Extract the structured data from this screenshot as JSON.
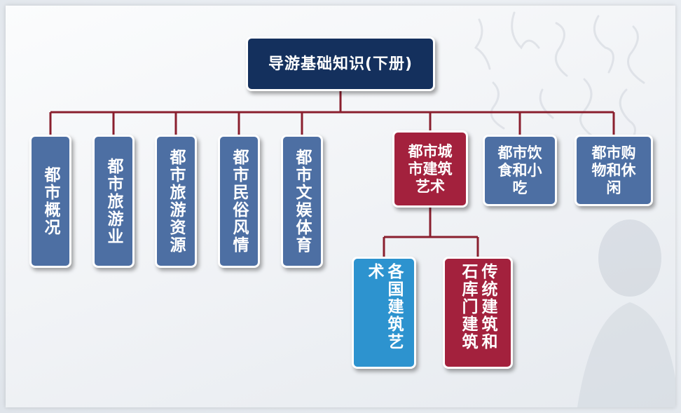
{
  "root": {
    "label": "导游基础知识(下册)"
  },
  "level1": [
    {
      "label": "都市概况"
    },
    {
      "label": "都市旅游业"
    },
    {
      "label": "都市旅游资源"
    },
    {
      "label": "都市民俗风情"
    },
    {
      "label": "都市文娱体育"
    },
    {
      "label": "都市城市建筑艺术"
    },
    {
      "label": "都市饮食和小吃"
    },
    {
      "label": "都市购物和休闲"
    }
  ],
  "level2": [
    {
      "label": "各国建筑艺术"
    },
    {
      "label": "传统建筑和石库门建筑"
    }
  ],
  "colors": {
    "connector": "#8a1f2e",
    "blue_box": "#4d6fa3",
    "red_box": "#a3213d",
    "root_box": "#14305d",
    "cyan_box": "#2d93cf"
  }
}
